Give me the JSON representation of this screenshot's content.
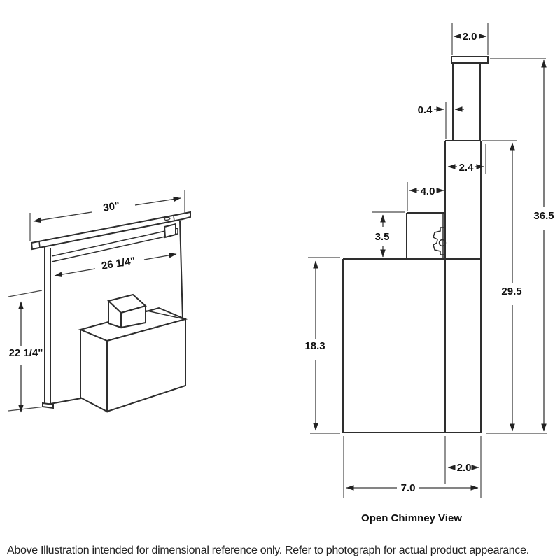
{
  "drawing": {
    "perspective_view": {
      "overall_width": "30\"",
      "vent_opening_width": "26 1/4\"",
      "overall_height": "22 1/4\""
    },
    "side_view": {
      "title": "Open Chimney View",
      "chimney_cap_width": "2.0",
      "duct_wall_offset": "0.4",
      "upper_chimney_depth": "2.4",
      "rear_box_depth": "4.0",
      "rear_box_height": "3.5",
      "overall_height": "36.5",
      "chimney_height": "29.5",
      "body_height": "18.3",
      "lower_chimney_depth": "2.0",
      "body_depth": "7.0"
    }
  },
  "footer": {
    "caption": "Above Illustration intended for dimensional reference only. Refer to photograph for actual product appearance."
  },
  "colors": {
    "object_line": "#2e2e2e",
    "dimension_line": "#3a3a3a",
    "text": "#111111"
  }
}
